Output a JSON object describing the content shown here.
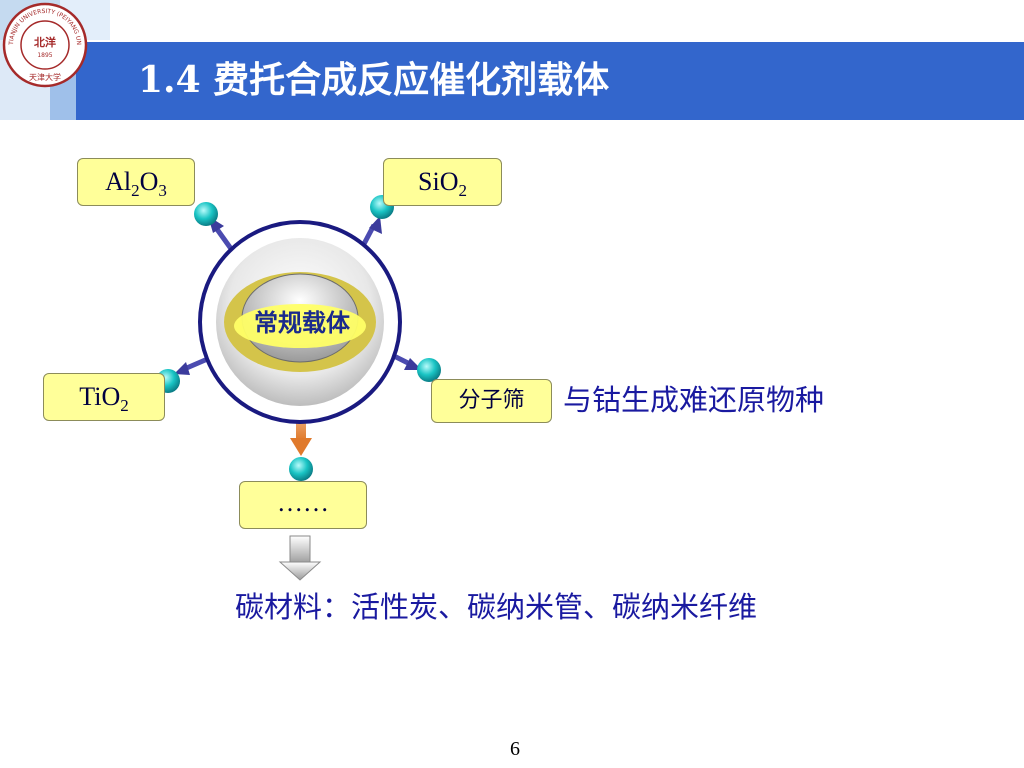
{
  "slide": {
    "title": "1.4 费托合成反应催化剂载体",
    "page_number": "6",
    "logo": {
      "ring_text": "TIANJIN UNIVERSITY (PEIYANG UNIVERSITY)",
      "center_text": "北洋",
      "year": "1895",
      "bottom_text": "天津大学"
    }
  },
  "diagram": {
    "center_label": "常规载体",
    "supports": {
      "al2o3": {
        "base1": "Al",
        "sub1": "2",
        "base2": "O",
        "sub2": "3"
      },
      "sio2": {
        "base1": "SiO",
        "sub1": "2"
      },
      "tio2": {
        "base1": "TiO",
        "sub1": "2"
      },
      "molecular_sieve": "分子筛",
      "more": "……"
    },
    "molecular_sieve_note": "与钴生成难还原物种",
    "carbon_note": "碳材料：活性炭、碳纳米管、碳纳米纤维"
  },
  "colors": {
    "header_bar": "#3366cc",
    "box_fill": "#ffff99",
    "text_blue": "#1a1aa0",
    "node_cyan": "#19c4c4",
    "ring_navy": "#1a1a80"
  }
}
